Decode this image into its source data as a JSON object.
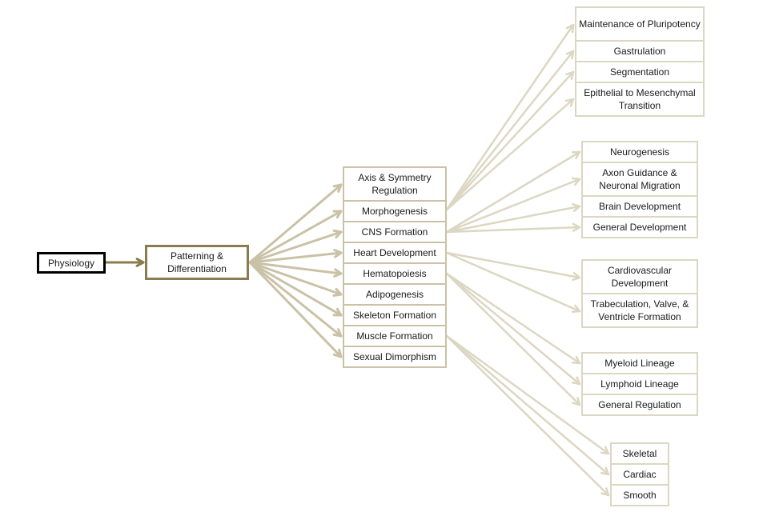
{
  "colors": {
    "root_border": "#000000",
    "main_arrow": "#8a7c50",
    "level2_arrow": "#c9c2a6",
    "level3_arrow": "#dcd7c2"
  },
  "root": "Physiology",
  "mid": "Patterning & Differentiation",
  "categories": [
    "Axis & Symmetry Regulation",
    "Morphogenesis",
    "CNS Formation",
    "Heart Development",
    "Hematopoiesis",
    "Adipogenesis",
    "Skeleton Formation",
    "Muscle Formation",
    "Sexual Dimorphism"
  ],
  "groups": {
    "axis": [
      "Maintenance of Pluripotency",
      "Gastrulation",
      "Segmentation",
      "Epithelial to Mesenchymal Transition"
    ],
    "cns": [
      "Neurogenesis",
      "Axon Guidance & Neuronal Migration",
      "Brain Development",
      "General Development"
    ],
    "heart": [
      "Cardiovascular Development",
      "Trabeculation, Valve, & Ventricle Formation"
    ],
    "hemato": [
      "Myeloid Lineage",
      "Lymphoid Lineage",
      "General Regulation"
    ],
    "muscle": [
      "Skeletal",
      "Cardiac",
      "Smooth"
    ]
  }
}
